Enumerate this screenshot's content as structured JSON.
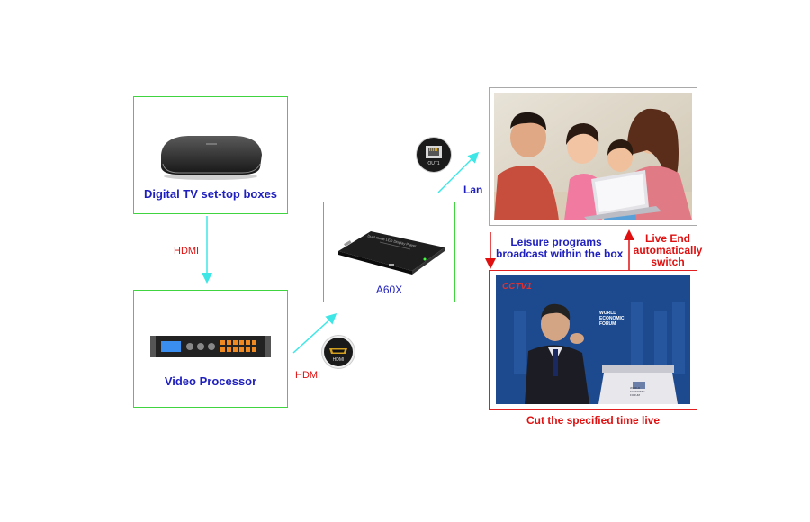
{
  "nodes": {
    "settop": {
      "label": "Digital TV set-top boxes"
    },
    "processor": {
      "label": "Video Processor"
    },
    "player": {
      "label": "A60X",
      "device_text": "Dual-mode LED Display Player"
    },
    "family_photo": {
      "caption": ""
    },
    "live_photo": {
      "caption": "Cut the specified time live",
      "logo_text": "CCTV1",
      "banner_text": "WORLD ECONOMIC FORUM",
      "podium_text": "WORLD ECONOMIC FORUM"
    }
  },
  "connectors": {
    "hdmi_vertical": "HDMI",
    "hdmi_diagonal": "HDMI",
    "hdmi_port_text": "HDMI",
    "lan": "Lan",
    "out_port_text": "OUT1"
  },
  "annotations": {
    "leisure_line1": "Leisure programs",
    "leisure_line2": "broadcast within the box",
    "live_line1": "Live End",
    "live_line2": "automatically",
    "live_line3": "switch"
  },
  "colors": {
    "green_border": "#41d441",
    "cyan_arrow": "#3fe6e6",
    "red_arrow": "#e01010",
    "blue_text": "#1f1fbf"
  },
  "icons": [
    "set-top-box-icon",
    "video-processor-icon",
    "led-player-icon",
    "hdmi-port-icon",
    "ethernet-port-icon"
  ]
}
